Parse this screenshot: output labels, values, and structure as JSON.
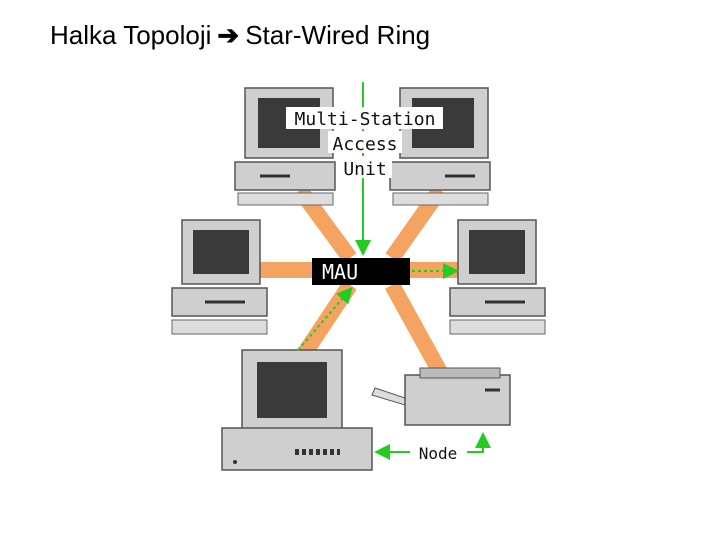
{
  "slide": {
    "title_left": "Halka Topoloji",
    "title_arrow": "➔",
    "title_right": "Star-Wired Ring"
  },
  "diagram": {
    "hub_label": "MAU",
    "callout_lines": [
      "Multi-Station",
      "Access",
      "Unit"
    ],
    "node_label": "Node",
    "colors": {
      "cable": "#f4a460",
      "arrow": "#22cc22",
      "monitor_body": "#cfcfcf",
      "screen": "#3a3a3a",
      "hub": "#000000"
    }
  }
}
